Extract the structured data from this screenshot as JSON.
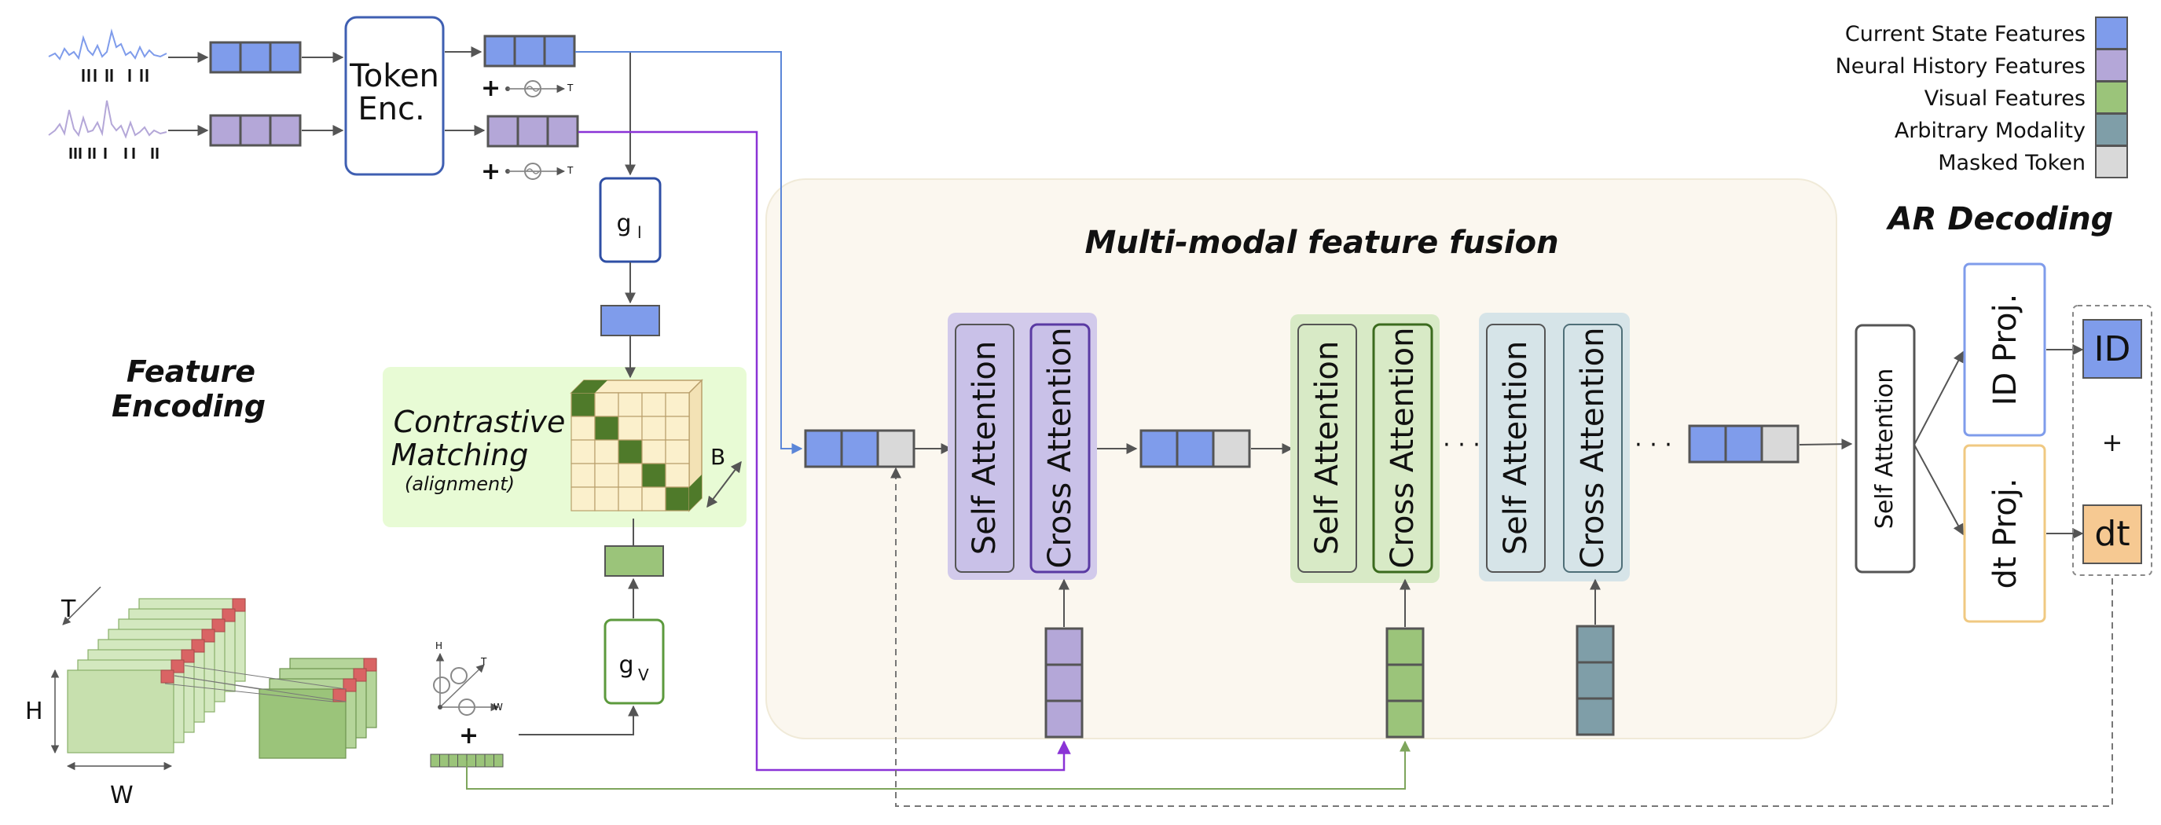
{
  "colors": {
    "current": "#7f9ceb",
    "history": "#b4a7d8",
    "visual": "#9bc47a",
    "arbitrary": "#7f9ea8",
    "masked": "#d9d9d9",
    "fusion_bg": "#fbf7ef",
    "contrastive_bg": "#e8fbd5",
    "dt": "#f6c992",
    "arrow_purple": "#8a33d6",
    "arrow_blue": "#5b86d8",
    "arrow_green": "#7ea55c"
  },
  "legend": [
    {
      "label": "Current State Features",
      "color_key": "current"
    },
    {
      "label": "Neural History Features",
      "color_key": "history"
    },
    {
      "label": "Visual Features",
      "color_key": "visual"
    },
    {
      "label": "Arbitrary Modality",
      "color_key": "arbitrary"
    },
    {
      "label": "Masked Token",
      "color_key": "masked"
    }
  ],
  "labels": {
    "token_enc_line1": "Token",
    "token_enc_line2": "Enc.",
    "feature_encoding_line1": "Feature",
    "feature_encoding_line2": "Encoding",
    "fusion_title": "Multi-modal feature fusion",
    "ar_decoding": "AR Decoding",
    "contrastive_line1": "Contrastive",
    "contrastive_line2": "Matching",
    "contrastive_line3": "(alignment)",
    "b_axis": "B",
    "g_l_base": "g",
    "g_l_sub": "l",
    "g_v_base": "g",
    "g_v_sub": "V",
    "self_attention": "Self Attention",
    "cross_attention": "Cross Attention",
    "ellipsis": "· · ·",
    "id_proj": "ID Proj.",
    "dt_proj": "dt Proj.",
    "id_out": "ID",
    "dt_out": "dt",
    "plus": "+",
    "axis_t": "T",
    "axis_h": "H",
    "axis_w": "W",
    "pos_h": "H",
    "pos_t": "T",
    "pos_w": "W",
    "time_t": "T"
  }
}
